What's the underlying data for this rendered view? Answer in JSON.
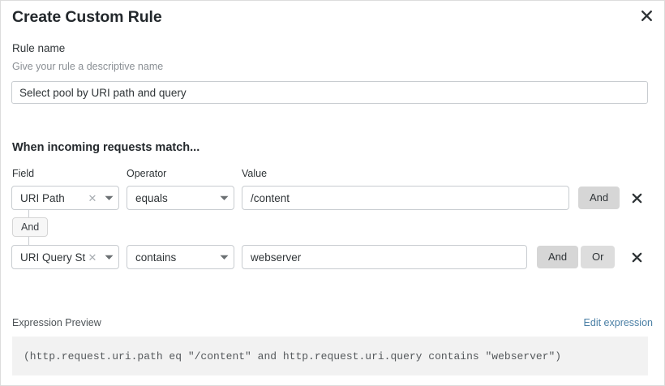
{
  "dialog": {
    "title": "Create Custom Rule",
    "close_icon": "close-icon"
  },
  "rule_name": {
    "label": "Rule name",
    "help": "Give your rule a descriptive name",
    "value": "Select pool by URI path and query",
    "placeholder": ""
  },
  "match_section": {
    "heading": "When incoming requests match...",
    "columns": {
      "field": "Field",
      "operator": "Operator",
      "value": "Value"
    },
    "connector": {
      "label": "And"
    },
    "rows": [
      {
        "field": "URI Path",
        "operator": "equals",
        "value": "/content",
        "buttons": [
          "And"
        ],
        "delete_label": "✕"
      },
      {
        "field": "URI Query St...",
        "operator": "contains",
        "value": "webserver",
        "buttons": [
          "And",
          "Or"
        ],
        "delete_label": "✕"
      }
    ]
  },
  "expression": {
    "label": "Expression Preview",
    "edit_link": "Edit expression",
    "text": "(http.request.uri.path eq \"/content\" and http.request.uri.query contains \"webserver\")"
  },
  "colors": {
    "border": "#c8ccd0",
    "link": "#4a7fa5",
    "button": "#d6d6d6",
    "expr_bg": "#f2f2f2",
    "text": "#2f3437",
    "muted": "#8a8f94"
  }
}
